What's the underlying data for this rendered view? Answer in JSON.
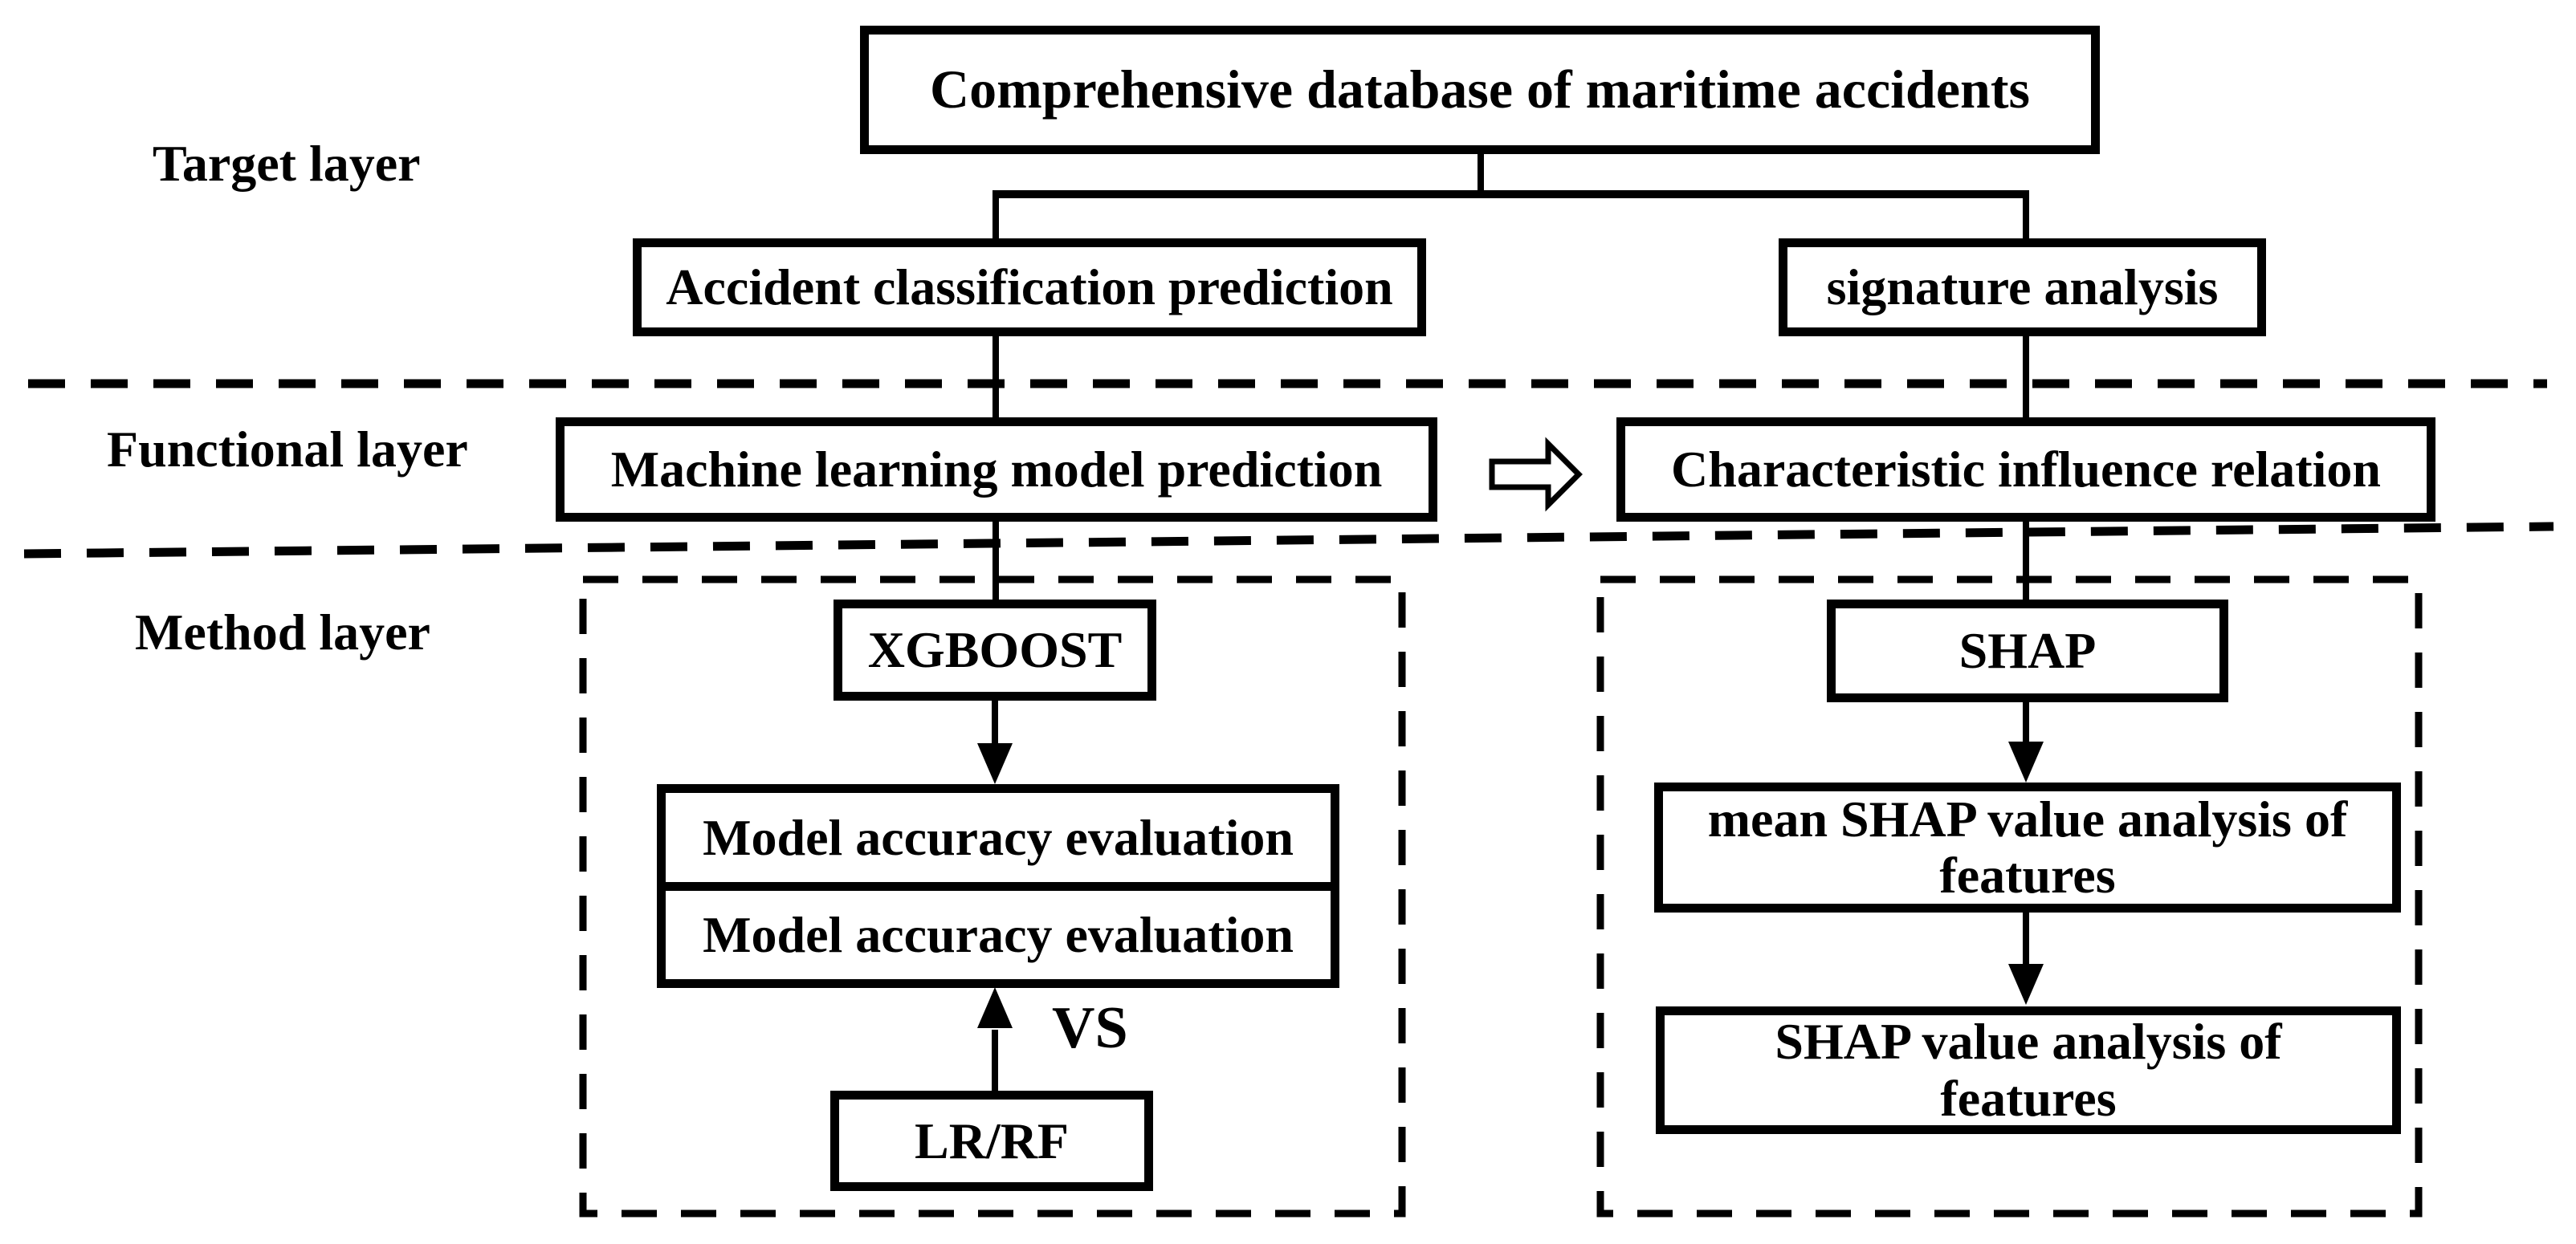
{
  "colors": {
    "ink": "#000000",
    "background": "#ffffff"
  },
  "layers": {
    "target": "Target layer",
    "functional": "Functional layer",
    "method": "Method layer"
  },
  "nodes": {
    "database": "Comprehensive database of maritime accidents",
    "accident_prediction": "Accident classification prediction",
    "signature_analysis": "signature analysis",
    "ml_prediction": "Machine learning model prediction",
    "characteristic_influence": "Characteristic influence relation",
    "xgboost": "XGBOOST",
    "model_eval_top": "Model accuracy evaluation",
    "model_eval_bottom": "Model accuracy evaluation",
    "vs": "VS",
    "lr_rf": "LR/RF",
    "shap": "SHAP",
    "mean_shap_analysis": "mean SHAP value analysis of features",
    "shap_value_analysis": "SHAP value analysis of features"
  }
}
